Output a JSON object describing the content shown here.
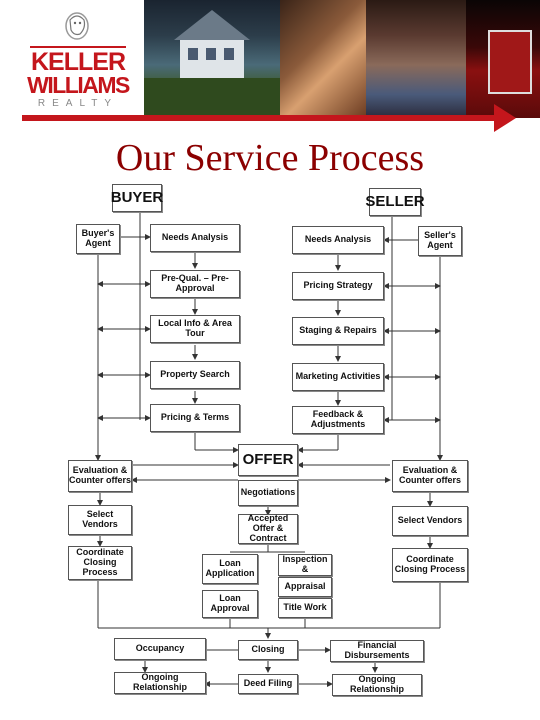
{
  "brand": {
    "logo_text_1": "KELLER",
    "logo_text_2": "WILLIAMS",
    "logo_text_3": "REALTY",
    "colors": {
      "accent": "#c4161c",
      "title": "#8b0000"
    }
  },
  "title": "Our Service Process",
  "diagram": {
    "buyer": "BUYER",
    "seller": "SELLER",
    "buyers_agent": "Buyer's Agent",
    "sellers_agent": "Seller's Agent",
    "buyer_steps": [
      "Needs Analysis",
      "Pre-Qual. – Pre-Approval",
      "Local Info & Area Tour",
      "Property Search",
      "Pricing & Terms"
    ],
    "seller_steps": [
      "Needs Analysis",
      "Pricing Strategy",
      "Staging & Repairs",
      "Marketing Activities",
      "Feedback & Adjustments"
    ],
    "offer": "OFFER",
    "negotiations": "Negotiations",
    "accepted_offer": "Accepted Offer & Contract",
    "buyer_side": [
      "Evaluation & Counter offers",
      "Select Vendors",
      "Coordinate Closing Process"
    ],
    "seller_side": [
      "Evaluation & Counter offers",
      "Select Vendors",
      "Coordinate Closing Process"
    ],
    "loan_application": "Loan Application",
    "loan_approval": "Loan Approval",
    "inspection": "Inspection &",
    "appraisal": "Appraisal",
    "title_work": "Title Work",
    "occupancy": "Occupancy",
    "closing": "Closing",
    "financial_disbursements": "Financial Disbursements",
    "ongoing_relationship_left": "Ongoing Relationship",
    "deed_filing": "Deed Filing",
    "ongoing_relationship_right": "Ongoing Relationship"
  }
}
